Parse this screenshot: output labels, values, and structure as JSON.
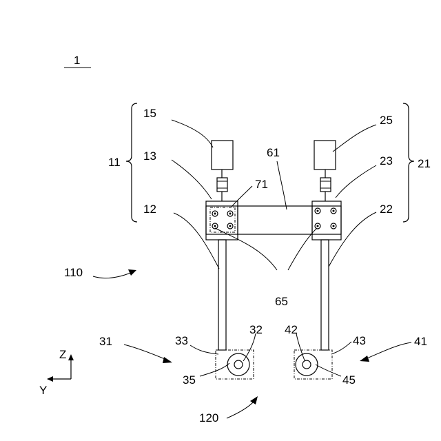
{
  "labels": {
    "device": "1",
    "group_left": "11",
    "group_right": "21",
    "motor_left": "15",
    "coupling_left": "13",
    "screw_left": "12",
    "motor_right": "25",
    "coupling_right": "23",
    "screw_right": "22",
    "beam": "61",
    "bolt_group": "71",
    "bolts": "65",
    "assembly_upper": "110",
    "assembly_lower": "120",
    "unit_left": "31",
    "base_left": "33",
    "roller_left": "32",
    "wheel_left": "35",
    "unit_right": "41",
    "base_right": "43",
    "roller_right": "42",
    "wheel_right": "45",
    "axis_z": "Z",
    "axis_y": "Y"
  }
}
